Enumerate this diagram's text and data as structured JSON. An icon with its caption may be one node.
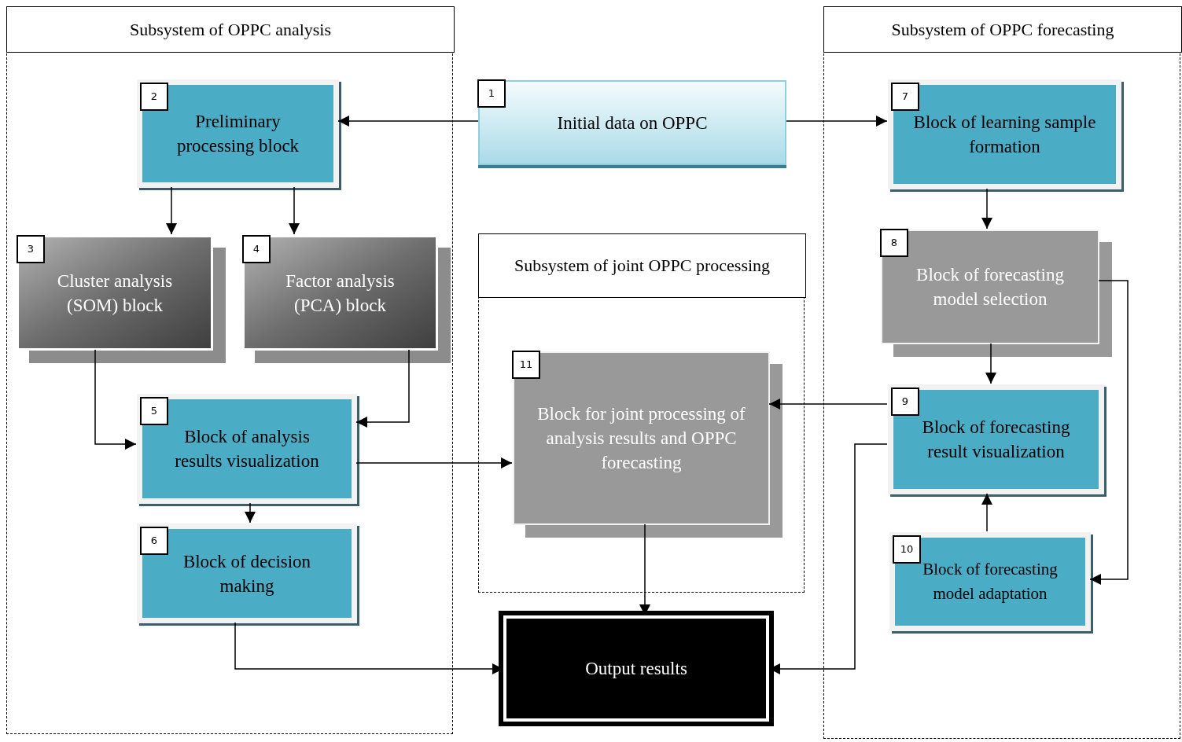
{
  "diagram": {
    "nodes": [
      {
        "text": [
          "Subsystem of OPPC analysis"
        ]
      },
      {
        "text": [
          "Subsystem of joint OPPC processing"
        ]
      },
      {
        "text": [
          "Subsystem of OPPC forecasting"
        ]
      },
      {
        "text": [
          "1",
          "Initial data on OPPC"
        ]
      },
      {
        "text": [
          "2",
          "Preliminary processing block"
        ],
        "in": 0
      },
      {
        "text": [
          "3",
          "Cluster analysis (SOM) block"
        ],
        "in": 0
      },
      {
        "text": [
          "4",
          "Factor analysis (PCA) block"
        ],
        "in": 0
      },
      {
        "text": [
          "5",
          "Block of analysis results visualization"
        ],
        "in": 0
      },
      {
        "text": [
          "6",
          "Block of decision making"
        ],
        "in": 0
      },
      {
        "text": [
          "11",
          "Block for joint processing of analysis results and OPPC forecasting"
        ],
        "in": 1
      },
      {
        "text": [
          "Output results"
        ]
      },
      {
        "text": [
          "7",
          "Block of learning sample formation"
        ],
        "in": 2
      },
      {
        "text": [
          "8",
          "Block of forecasting model selection"
        ],
        "in": 2
      },
      {
        "text": [
          "9",
          "Block of forecasting result visualization"
        ],
        "in": 2
      },
      {
        "text": [
          "10",
          "Block of forecasting model adaptation"
        ],
        "in": 2
      }
    ],
    "edges": [
      {
        "from": 3,
        "to": 4,
        "arrow": "to"
      },
      {
        "from": 3,
        "to": 11,
        "arrow": "to"
      },
      {
        "from": 4,
        "to": 5,
        "arrow": "to"
      },
      {
        "from": 4,
        "to": 6,
        "arrow": "to"
      },
      {
        "from": 5,
        "to": 7,
        "arrow": "to"
      },
      {
        "from": 6,
        "to": 7,
        "arrow": "to"
      },
      {
        "from": 7,
        "to": 8,
        "arrow": "to"
      },
      {
        "from": 7,
        "to": 9,
        "arrow": "to"
      },
      {
        "from": 9,
        "to": 10,
        "arrow": "to"
      },
      {
        "from": 8,
        "to": 10,
        "arrow": "to"
      },
      {
        "from": 11,
        "to": 12,
        "arrow": "to"
      },
      {
        "from": 12,
        "to": 13,
        "arrow": "to"
      },
      {
        "from": 13,
        "to": 9,
        "arrow": "to"
      },
      {
        "from": 14,
        "to": 13,
        "arrow": "to"
      },
      {
        "from": 12,
        "to": 14,
        "arrow": "to"
      },
      {
        "from": 13,
        "to": 10,
        "arrow": "to"
      }
    ]
  }
}
